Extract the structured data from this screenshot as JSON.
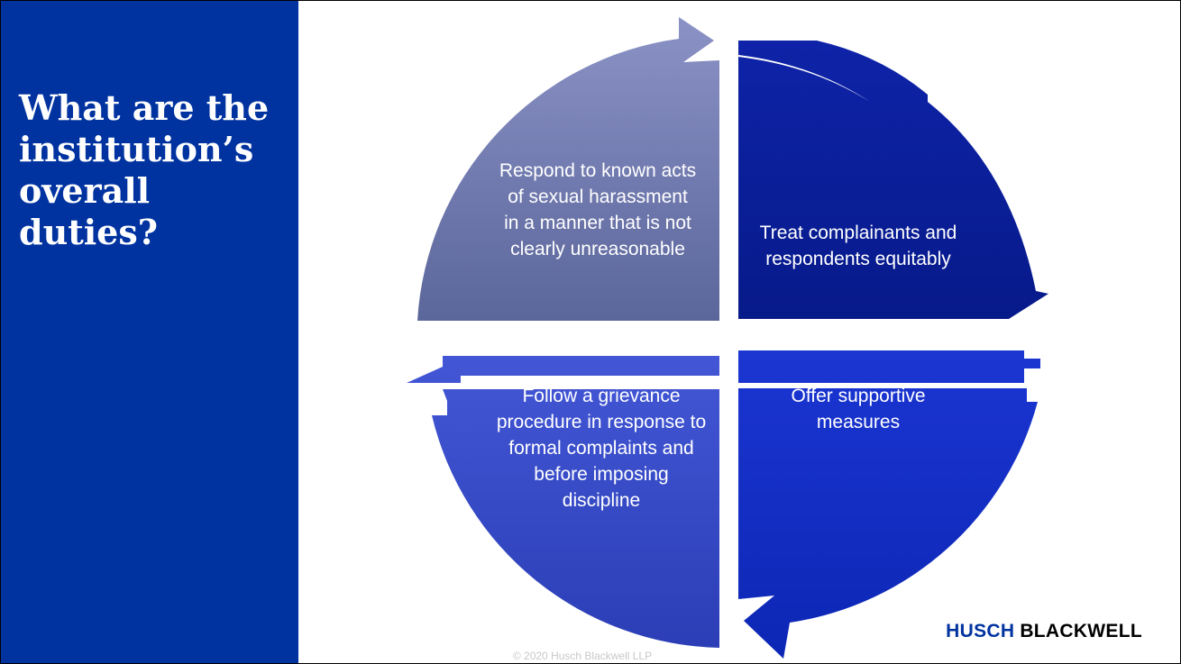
{
  "slide": {
    "title": "What are the institution’s overall duties?"
  },
  "cycle": {
    "segments": [
      {
        "id": "top-left",
        "text": "Respond to known acts of sexual harassment in a manner that is not clearly unreasonable"
      },
      {
        "id": "top-right",
        "text": "Treat complainants and respondents equitably"
      },
      {
        "id": "bottom-right",
        "text": "Offer supportive measures"
      },
      {
        "id": "bottom-left",
        "text": "Follow a grievance procedure in response to formal complaints and before imposing discipline"
      }
    ]
  },
  "footer": {
    "brand_first": "HUSCH",
    "brand_second": "BLACKWELL",
    "copyright": "© 2020 Husch Blackwell LLP"
  },
  "colors": {
    "sidebar": "#0033a0",
    "segment_top_left": "#6a76ad",
    "segment_top_right": "#0b1e9e",
    "segment_bottom_right": "#1630c4",
    "segment_bottom_left": "#3a4cc7",
    "brand_first": "#0033a0",
    "brand_second": "#000000"
  }
}
